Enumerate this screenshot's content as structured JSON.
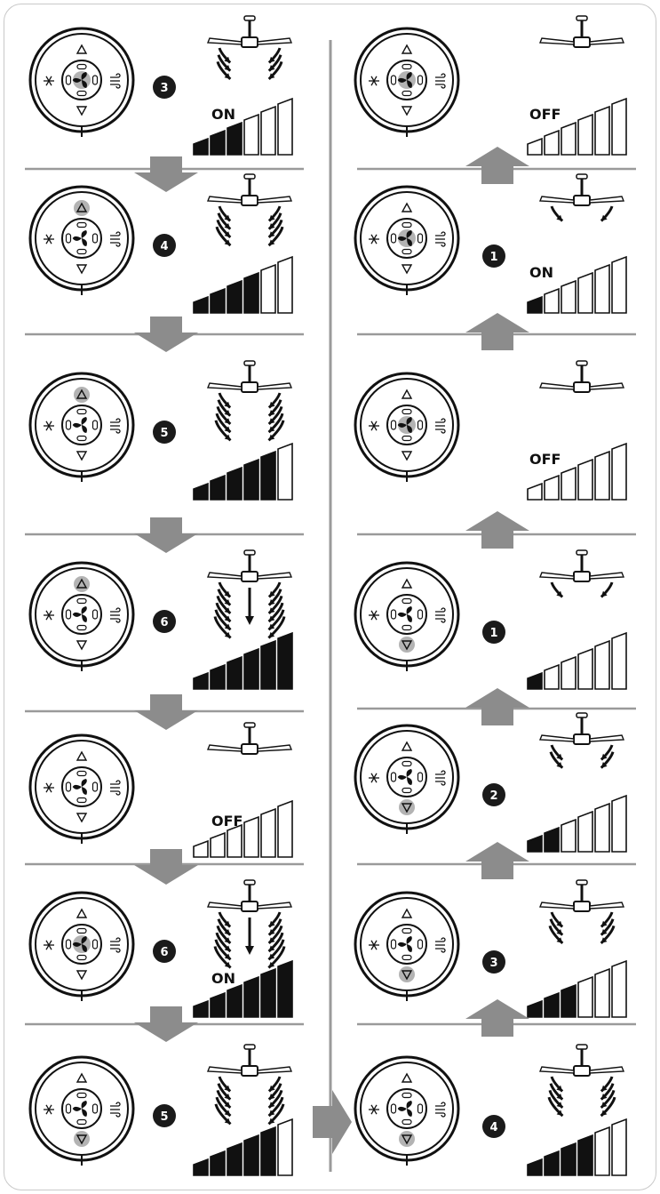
{
  "diagram": {
    "left_column": [
      {
        "speed": "3",
        "status": "ON",
        "level": 3,
        "highlight": "center",
        "arrow_after": "down"
      },
      {
        "speed": "4",
        "status": "",
        "level": 4,
        "highlight": "up",
        "arrow_after": "down"
      },
      {
        "speed": "5",
        "status": "",
        "level": 5,
        "highlight": "up",
        "arrow_after": "down"
      },
      {
        "speed": "6",
        "status": "",
        "level": 6,
        "highlight": "up",
        "arrow_after": "down"
      },
      {
        "speed": "",
        "status": "OFF",
        "level": 0,
        "highlight": "none",
        "arrow_after": "down"
      },
      {
        "speed": "6",
        "status": "ON",
        "level": 6,
        "highlight": "center",
        "arrow_after": "down"
      },
      {
        "speed": "5",
        "status": "",
        "level": 5,
        "highlight": "down",
        "arrow_after": "right"
      }
    ],
    "right_column": [
      {
        "speed": "",
        "status": "OFF",
        "level": 0,
        "highlight": "center"
      },
      {
        "speed": "1",
        "status": "ON",
        "level": 1,
        "highlight": "center"
      },
      {
        "speed": "",
        "status": "OFF",
        "level": 0,
        "highlight": "center"
      },
      {
        "speed": "1",
        "status": "",
        "level": 1,
        "highlight": "down"
      },
      {
        "speed": "2",
        "status": "",
        "level": 2,
        "highlight": "down"
      },
      {
        "speed": "3",
        "status": "",
        "level": 3,
        "highlight": "down"
      },
      {
        "speed": "4",
        "status": "",
        "level": 4,
        "highlight": "down"
      }
    ],
    "remote_icons": [
      "up-arrow-icon",
      "down-arrow-icon",
      "fan-icon",
      "snowflake-icon",
      "wind-icon"
    ],
    "colors": {
      "line": "#111111",
      "highlight": "#b3b3b3",
      "arrow": "#8c8c8c",
      "divider": "#9a9a9a"
    }
  }
}
